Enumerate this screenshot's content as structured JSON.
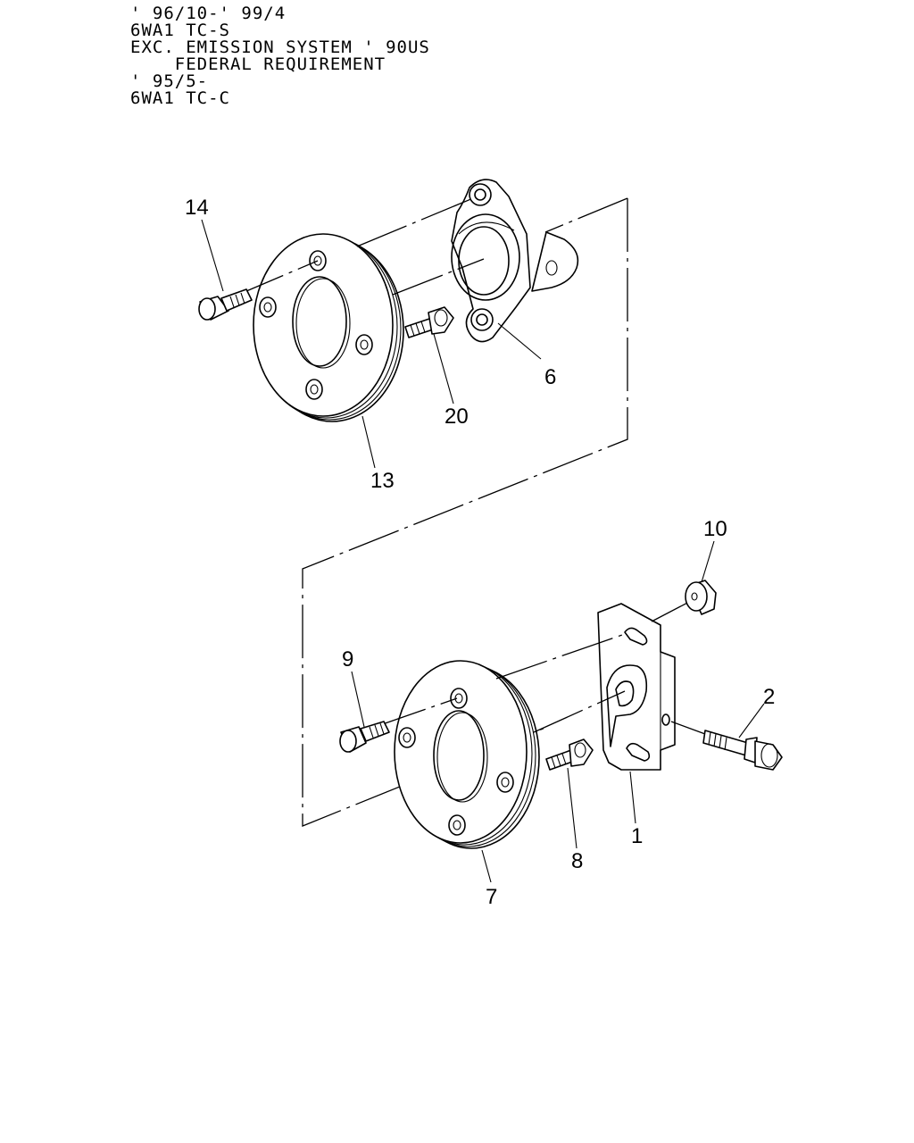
{
  "header_notes": [
    "' 96/10-' 99/4",
    "6WA1 TC-S",
    "EXC. EMISSION SYSTEM ' 90US",
    "    FEDERAL REQUIREMENT",
    "' 95/5-",
    "6WA1 TC-C"
  ],
  "callouts": {
    "c14": "14",
    "c13": "13",
    "c20": "20",
    "c6": "6",
    "c10": "10",
    "c9": "9",
    "c2": "2",
    "c1": "1",
    "c8": "8",
    "c7": "7"
  }
}
